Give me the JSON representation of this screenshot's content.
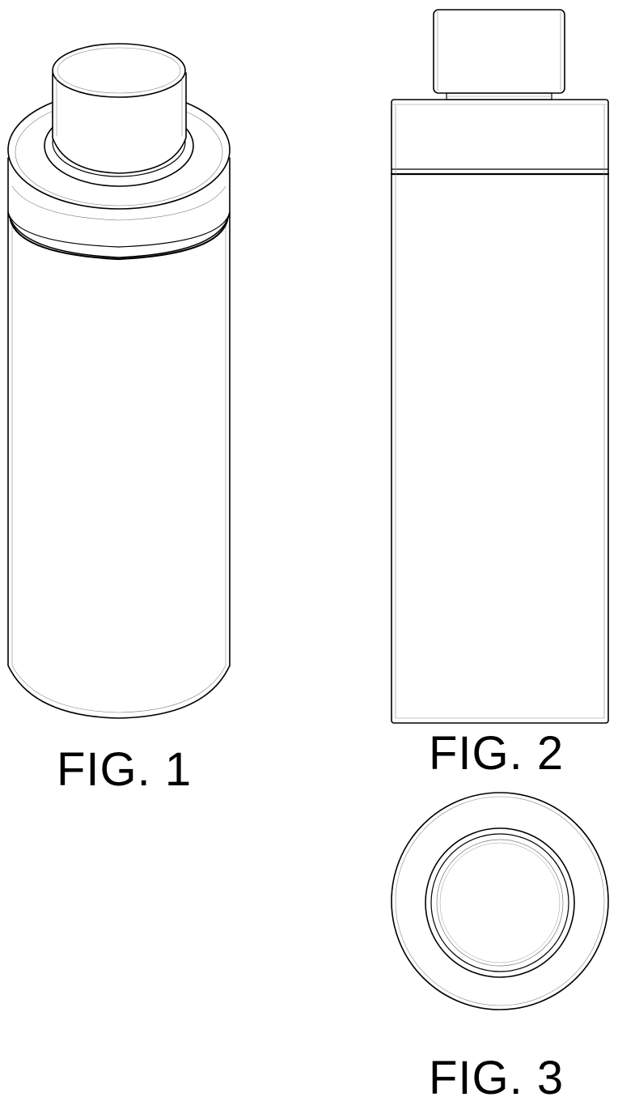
{
  "figures": [
    {
      "label": "FIG. 1",
      "view": "perspective"
    },
    {
      "label": "FIG. 2",
      "view": "side"
    },
    {
      "label": "FIG. 3",
      "view": "top"
    }
  ],
  "colors": {
    "line": "#000000",
    "fine_line": "#555555",
    "background": "#ffffff"
  }
}
